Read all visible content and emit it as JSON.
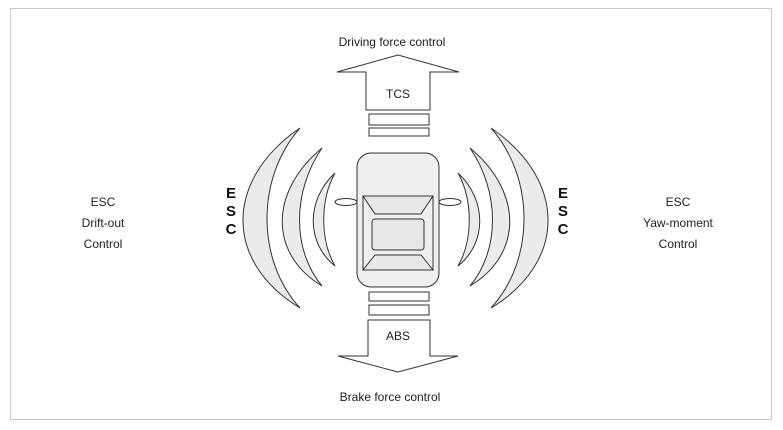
{
  "top_label": "Driving force control",
  "bottom_label": "Brake force control",
  "top_box": "TCS",
  "bottom_box": "ABS",
  "left": {
    "lines": [
      "ESC",
      "Drift-out",
      "Control"
    ],
    "vertical": [
      "E",
      "S",
      "C"
    ]
  },
  "right": {
    "lines": [
      "ESC",
      "Yaw-moment",
      "Control"
    ],
    "vertical": [
      "E",
      "S",
      "C"
    ]
  }
}
